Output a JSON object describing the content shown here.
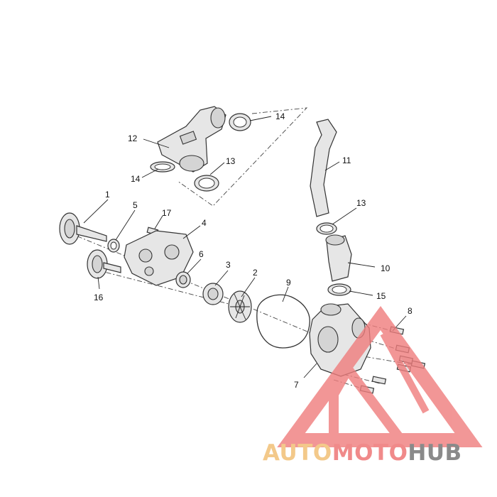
{
  "diagram": {
    "callouts": [
      "1",
      "2",
      "3",
      "4",
      "5",
      "6",
      "7",
      "8",
      "9",
      "10",
      "11",
      "12",
      "13",
      "13",
      "14",
      "14",
      "15",
      "16",
      "17"
    ]
  },
  "watermark": {
    "part1": "AUTO",
    "part2": "MOTO",
    "part3": "HUB",
    "colors": {
      "auto": "#f3c98a",
      "moto": "#f08a8a",
      "hub": "#8a8a8a",
      "triangle": "#ef7d7d"
    }
  }
}
